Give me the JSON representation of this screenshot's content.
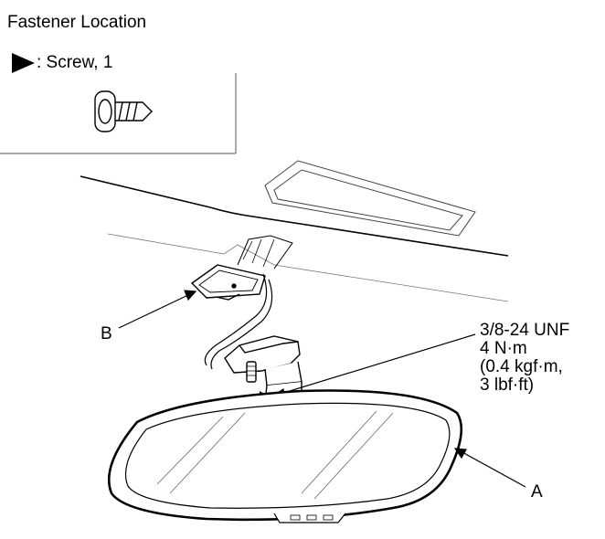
{
  "header": {
    "title": "Fastener Location",
    "legend_text": ": Screw, 1"
  },
  "callouts": {
    "b": "B",
    "a": "A"
  },
  "spec": {
    "lines": [
      "3/8-24 UNF",
      "4 N·m",
      "(0.4 kgf·m,",
      "3 lbf·ft)"
    ]
  },
  "colors": {
    "line": "#000000",
    "light_line": "#555555",
    "fill": "#ffffff"
  }
}
